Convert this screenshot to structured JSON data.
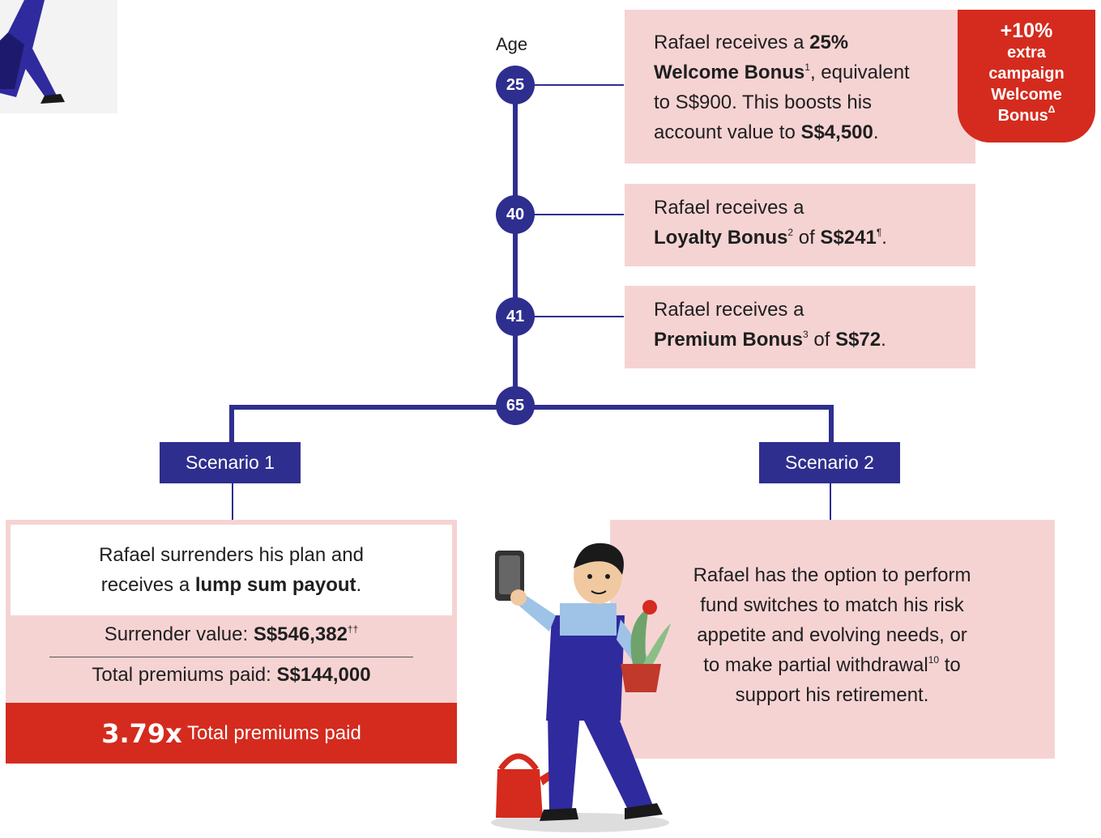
{
  "timeline": {
    "age_label": "Age",
    "nodes": [
      "25",
      "40",
      "41",
      "65"
    ]
  },
  "events": {
    "age25": {
      "t1": "Rafael receives a ",
      "b1": "25%",
      "b2": "Welcome Bonus",
      "sup1": "1",
      "t2": ", equivalent",
      "t3": "to S$900. This boosts his",
      "t4": "account value to ",
      "b3": "S$4,500",
      "t5": "."
    },
    "age40": {
      "t1": "Rafael receives a",
      "b1": "Loyalty Bonus",
      "sup1": "2",
      "t2": " of ",
      "b2": "S$241",
      "sup2": "¶",
      "t3": "."
    },
    "age41": {
      "t1": "Rafael receives a",
      "b1": "Premium Bonus",
      "sup1": "3",
      "t2": " of ",
      "b2": "S$72",
      "t3": "."
    }
  },
  "campaign_badge": {
    "value": "+10%",
    "line1": "extra",
    "line2": "campaign",
    "line3": "Welcome",
    "line4": "Bonus",
    "sup": "Δ"
  },
  "scenario1": {
    "label": "Scenario 1",
    "desc_line1": "Rafael surrenders his plan and",
    "desc_pre": "receives a ",
    "desc_bold": "lump sum payout",
    "desc_post": ".",
    "surrender_label": "Surrender value: ",
    "surrender_value": "S$546,382",
    "surrender_sup": "††",
    "premiums_label": "Total premiums paid: ",
    "premiums_value": "S$144,000",
    "multiple": "3.79x",
    "multiple_label": " Total premiums paid"
  },
  "scenario2": {
    "label": "Scenario 2",
    "line1": "Rafael has the option to perform",
    "line2": "fund switches to match his risk",
    "line3": "appetite and evolving needs, or",
    "line4_pre": "to make partial withdrawal",
    "line4_sup": "10",
    "line4_post": " to",
    "line5": "support his retirement."
  },
  "colors": {
    "navy": "#2e2e8f",
    "pink": "#f6d3d3",
    "red": "#d42b1e"
  }
}
